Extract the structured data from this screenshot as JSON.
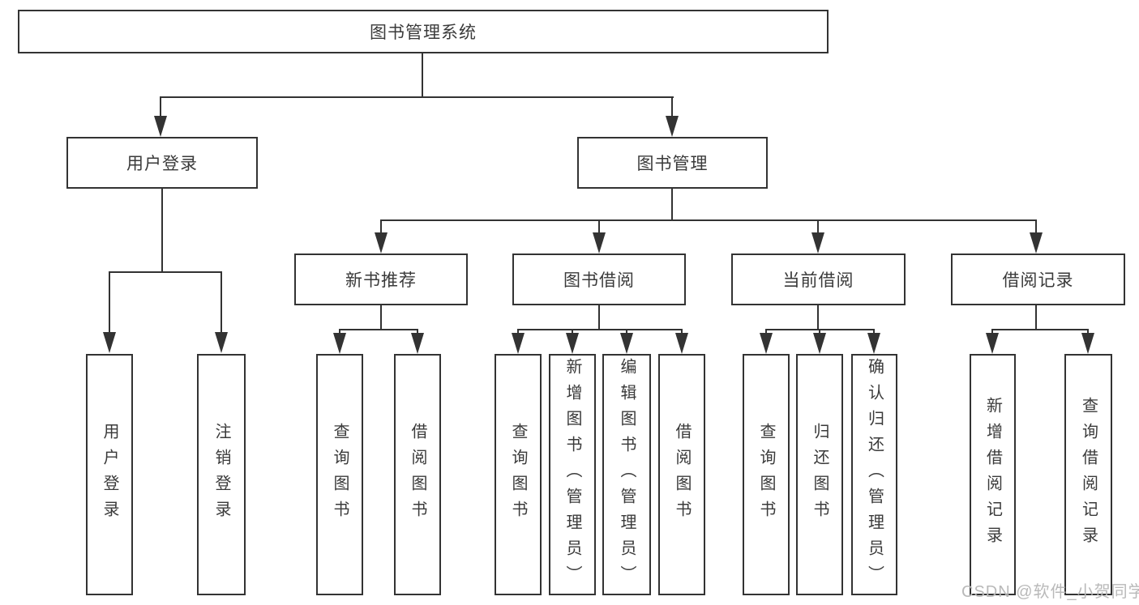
{
  "tree": {
    "label": "图书管理系统",
    "children": [
      {
        "label": "用户登录",
        "children": [
          {
            "label": "用户登录"
          },
          {
            "label": "注销登录"
          }
        ]
      },
      {
        "label": "图书管理",
        "children": [
          {
            "label": "新书推荐",
            "children": [
              {
                "label": "查询图书"
              },
              {
                "label": "借阅图书"
              }
            ]
          },
          {
            "label": "图书借阅",
            "children": [
              {
                "label": "查询图书"
              },
              {
                "label": "新增图书（管理员）"
              },
              {
                "label": "编辑图书（管理员）"
              },
              {
                "label": "借阅图书"
              }
            ]
          },
          {
            "label": "当前借阅",
            "children": [
              {
                "label": "查询图书"
              },
              {
                "label": "归还图书"
              },
              {
                "label": "确认归还（管理员）"
              }
            ]
          },
          {
            "label": "借阅记录",
            "children": [
              {
                "label": "新增借阅记录"
              },
              {
                "label": "查询借阅记录"
              }
            ]
          }
        ]
      }
    ]
  },
  "watermark": {
    "text": "CSDN @软件_小贺同学"
  },
  "colors": {
    "background": "#ffffff",
    "box_border": "#333333",
    "line": "#333333",
    "text": "#3a3a3a",
    "watermark": "#b9b9b9"
  }
}
